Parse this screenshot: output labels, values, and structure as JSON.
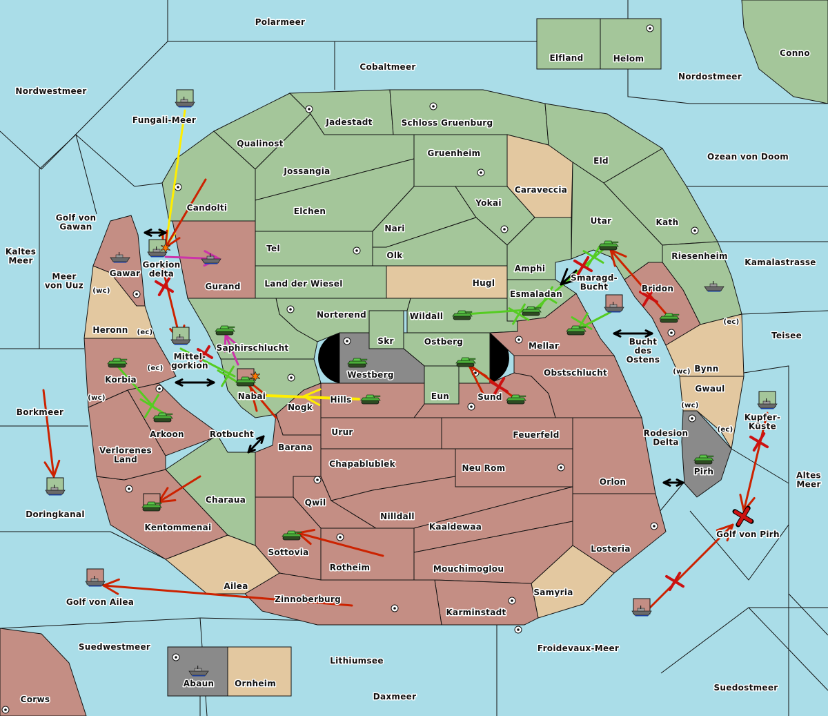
{
  "colors": {
    "sea": "#aadde8",
    "green": "#a4c69a",
    "pink": "#c48e84",
    "tan": "#e3c8a0",
    "gray": "#8a8a8a",
    "move": "#cc2200",
    "convoy_move": "#ffee00",
    "support": "#55cc22",
    "retreat": "#cc33aa",
    "failed": "#cc1111"
  },
  "land_regions": [
    {
      "name": "Candolti",
      "owner": "green"
    },
    {
      "name": "Qualinost",
      "owner": "green"
    },
    {
      "name": "Jadestadt",
      "owner": "green"
    },
    {
      "name": "Schloss Gruenburg",
      "owner": "green"
    },
    {
      "name": "Jossangia",
      "owner": "green"
    },
    {
      "name": "Elchen",
      "owner": "green"
    },
    {
      "name": "Gruenheim",
      "owner": "green"
    },
    {
      "name": "Caraveccia",
      "owner": "tan"
    },
    {
      "name": "Eld",
      "owner": "green"
    },
    {
      "name": "Nari",
      "owner": "green"
    },
    {
      "name": "Yokai",
      "owner": "green"
    },
    {
      "name": "Olk",
      "owner": "green"
    },
    {
      "name": "Tel",
      "owner": "green"
    },
    {
      "name": "Land der Wiesel",
      "owner": "green"
    },
    {
      "name": "Hugl",
      "owner": "tan"
    },
    {
      "name": "Utar",
      "owner": "green"
    },
    {
      "name": "Kath",
      "owner": "green"
    },
    {
      "name": "Riesenheim",
      "owner": "green"
    },
    {
      "name": "Bridon",
      "owner": "pink"
    },
    {
      "name": "Amphi",
      "owner": "green"
    },
    {
      "name": "Esmaladan",
      "owner": "green"
    },
    {
      "name": "Wildall",
      "owner": "green"
    },
    {
      "name": "Norterend",
      "owner": "green"
    },
    {
      "name": "Gurand",
      "owner": "pink"
    },
    {
      "name": "Saphirschlucht",
      "owner": "green"
    },
    {
      "name": "Nabai",
      "owner": "green"
    },
    {
      "name": "Skr",
      "owner": "green"
    },
    {
      "name": "Ostberg",
      "owner": "green"
    },
    {
      "name": "Eun",
      "owner": "green"
    },
    {
      "name": "Westberg",
      "owner": "gray"
    },
    {
      "name": "Mellar",
      "owner": "pink"
    },
    {
      "name": "Obstschlucht",
      "owner": "pink"
    },
    {
      "name": "Sund",
      "owner": "pink"
    },
    {
      "name": "Hills",
      "owner": "pink"
    },
    {
      "name": "Nogk",
      "owner": "pink"
    },
    {
      "name": "Barana",
      "owner": "pink"
    },
    {
      "name": "Urur",
      "owner": "pink"
    },
    {
      "name": "Feuerfeld",
      "owner": "pink"
    },
    {
      "name": "Neu Rom",
      "owner": "pink"
    },
    {
      "name": "Chapablublek",
      "owner": "pink"
    },
    {
      "name": "Qwil",
      "owner": "pink"
    },
    {
      "name": "Nilldall",
      "owner": "pink"
    },
    {
      "name": "Kaaldewaa",
      "owner": "pink"
    },
    {
      "name": "Orlon",
      "owner": "pink"
    },
    {
      "name": "Losteria",
      "owner": "pink"
    },
    {
      "name": "Samyria",
      "owner": "tan"
    },
    {
      "name": "Mouchimoglou",
      "owner": "pink"
    },
    {
      "name": "Karminstadt",
      "owner": "pink"
    },
    {
      "name": "Rotheim",
      "owner": "pink"
    },
    {
      "name": "Sottovia",
      "owner": "pink"
    },
    {
      "name": "Zinnoberburg",
      "owner": "pink"
    },
    {
      "name": "Ailea",
      "owner": "tan"
    },
    {
      "name": "Charaua",
      "owner": "green"
    },
    {
      "name": "Kentommenai",
      "owner": "pink"
    },
    {
      "name": "Verlorenes\nLand",
      "owner": "pink"
    },
    {
      "name": "Arkoon",
      "owner": "pink"
    },
    {
      "name": "Korbia",
      "owner": "pink"
    },
    {
      "name": "Heronn",
      "owner": "tan"
    },
    {
      "name": "Gawar",
      "owner": "pink"
    },
    {
      "name": "Bynn",
      "owner": "tan"
    },
    {
      "name": "Gwaul",
      "owner": "tan"
    },
    {
      "name": "Pirh",
      "owner": "gray"
    },
    {
      "name": "Elfland",
      "owner": "green"
    },
    {
      "name": "Helom",
      "owner": "green"
    },
    {
      "name": "Conno",
      "owner": "green"
    },
    {
      "name": "Corws",
      "owner": "pink"
    },
    {
      "name": "Abaun",
      "owner": "gray"
    },
    {
      "name": "Ornheim",
      "owner": "tan"
    }
  ],
  "sea_regions": [
    "Polarmeer",
    "Cobaltmeer",
    "Nordostmeer",
    "Nordwestmeer",
    "Fungali-Meer",
    "Ozean von Doom",
    "Golf von\nGawan",
    "Kaltes\nMeer",
    "Kamalastrasse",
    "Gorkion\ndelta",
    "Meer\nvon Uuz",
    "Smaragd-\nBucht",
    "Teisee",
    "Bucht\ndes\nOstens",
    "Mittel-\ngorkion",
    "Borkmeer",
    "Kupfer-\nKüste",
    "Rotbucht",
    "Rodesion\nDelta",
    "Altes\nMeer",
    "Doringkanal",
    "Golf von Pirh",
    "Golf von Ailea",
    "Suedwestmeer",
    "Froidevaux-Meer",
    "Lithiumsee",
    "Suedostmeer",
    "Daxmeer"
  ],
  "coast_labels": [
    "(wc)",
    "(ec)",
    "(ec)",
    "(wc)",
    "(ec)",
    "(wc)",
    "(wc)",
    "(ec)"
  ],
  "units": [
    {
      "type": "fleet",
      "location": "Fungali-Meer"
    },
    {
      "type": "fleet",
      "location": "Gorkion delta",
      "status": "dislodged"
    },
    {
      "type": "fleet",
      "location": "Gurand"
    },
    {
      "type": "fleet",
      "location": "Gawar"
    },
    {
      "type": "fleet",
      "location": "Mittelgorkion"
    },
    {
      "type": "army",
      "location": "Saphirschlucht"
    },
    {
      "type": "army",
      "location": "Nabai",
      "status": "dislodged"
    },
    {
      "type": "army",
      "location": "Korbia"
    },
    {
      "type": "army",
      "location": "Arkoon"
    },
    {
      "type": "army",
      "location": "Kentommenai"
    },
    {
      "type": "army",
      "location": "Sottovia"
    },
    {
      "type": "fleet",
      "location": "Golf von Ailea"
    },
    {
      "type": "fleet",
      "location": "Doringkanal"
    },
    {
      "type": "fleet",
      "location": "Abaun"
    },
    {
      "type": "army",
      "location": "Westberg"
    },
    {
      "type": "army",
      "location": "Hills"
    },
    {
      "type": "army",
      "location": "Ostberg"
    },
    {
      "type": "army",
      "location": "Sund"
    },
    {
      "type": "army",
      "location": "Wildall"
    },
    {
      "type": "army",
      "location": "Esmaladan"
    },
    {
      "type": "army",
      "location": "Mellar"
    },
    {
      "type": "fleet",
      "location": "Smaragd-Bucht"
    },
    {
      "type": "army",
      "location": "Utar"
    },
    {
      "type": "army",
      "location": "Bridon"
    },
    {
      "type": "fleet",
      "location": "Riesenheim"
    },
    {
      "type": "army",
      "location": "Pirh"
    },
    {
      "type": "fleet",
      "location": "Kupfer-Küste"
    },
    {
      "type": "fleet",
      "location": "Suedostmeer"
    }
  ],
  "orders": [
    {
      "kind": "convoy_move",
      "from": "Fungali-Meer",
      "to": "Gorkion delta"
    },
    {
      "kind": "move",
      "from": "Candolti",
      "to": "Gorkion delta"
    },
    {
      "kind": "retreat",
      "from": "Gorkion delta",
      "to": "Gurand"
    },
    {
      "kind": "move",
      "from": "Gorkion delta",
      "to": "Mittelgorkion",
      "result": "failed"
    },
    {
      "kind": "support",
      "from": "Mittelgorkion",
      "to": "Nabai",
      "result": "cut"
    },
    {
      "kind": "retreat",
      "from": "Nabai",
      "to": "Saphirschlucht"
    },
    {
      "kind": "convoy_move",
      "from": "Hills",
      "to": "Nabai"
    },
    {
      "kind": "support",
      "from": "Korbia",
      "to": "Arkoon"
    },
    {
      "kind": "move",
      "from": "Charaua",
      "to": "Kentommenai"
    },
    {
      "kind": "move",
      "from": "Rotheim",
      "to": "Sottovia"
    },
    {
      "kind": "move",
      "from": "Zinnoberburg",
      "to": "Golf von Ailea"
    },
    {
      "kind": "move",
      "from": "Borkmeer",
      "to": "Doringkanal"
    },
    {
      "kind": "support",
      "from": "Wildall",
      "to": "Esmaladan"
    },
    {
      "kind": "support",
      "from": "Esmaladan",
      "to": "Utar",
      "result": "failed"
    },
    {
      "kind": "support",
      "from": "Mellar",
      "to": "Smaragd-Bucht"
    },
    {
      "kind": "move",
      "from": "Bridon",
      "to": "Utar",
      "result": "failed"
    },
    {
      "kind": "move",
      "from": "Ostberg",
      "to": "Sund",
      "result": "failed"
    },
    {
      "kind": "move",
      "from": "Kupfer-Küste",
      "to": "Golf von Pirh",
      "result": "failed"
    },
    {
      "kind": "move",
      "from": "Suedostmeer",
      "to": "Golf von Pirh",
      "result": "failed"
    }
  ]
}
